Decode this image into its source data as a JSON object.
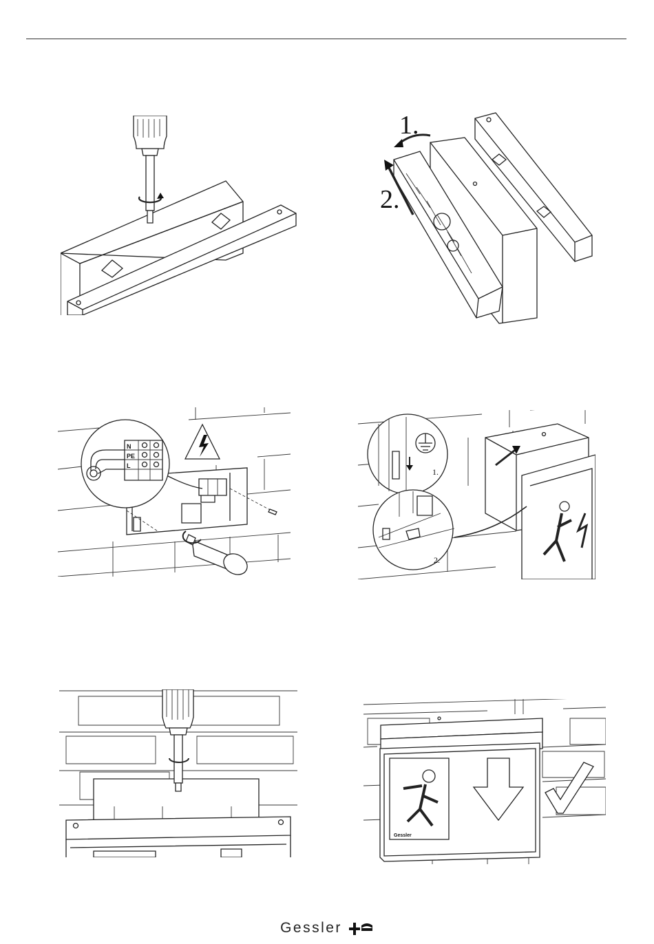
{
  "steps": {
    "arrow_1": "1.",
    "arrow_2": "2.",
    "detail_1": "1.",
    "detail_2": "2."
  },
  "terminal": {
    "labels": [
      "N",
      "PE",
      "L"
    ]
  },
  "sign": {
    "logo_text": "Gessler"
  },
  "footer": {
    "brand": "Gessler"
  }
}
